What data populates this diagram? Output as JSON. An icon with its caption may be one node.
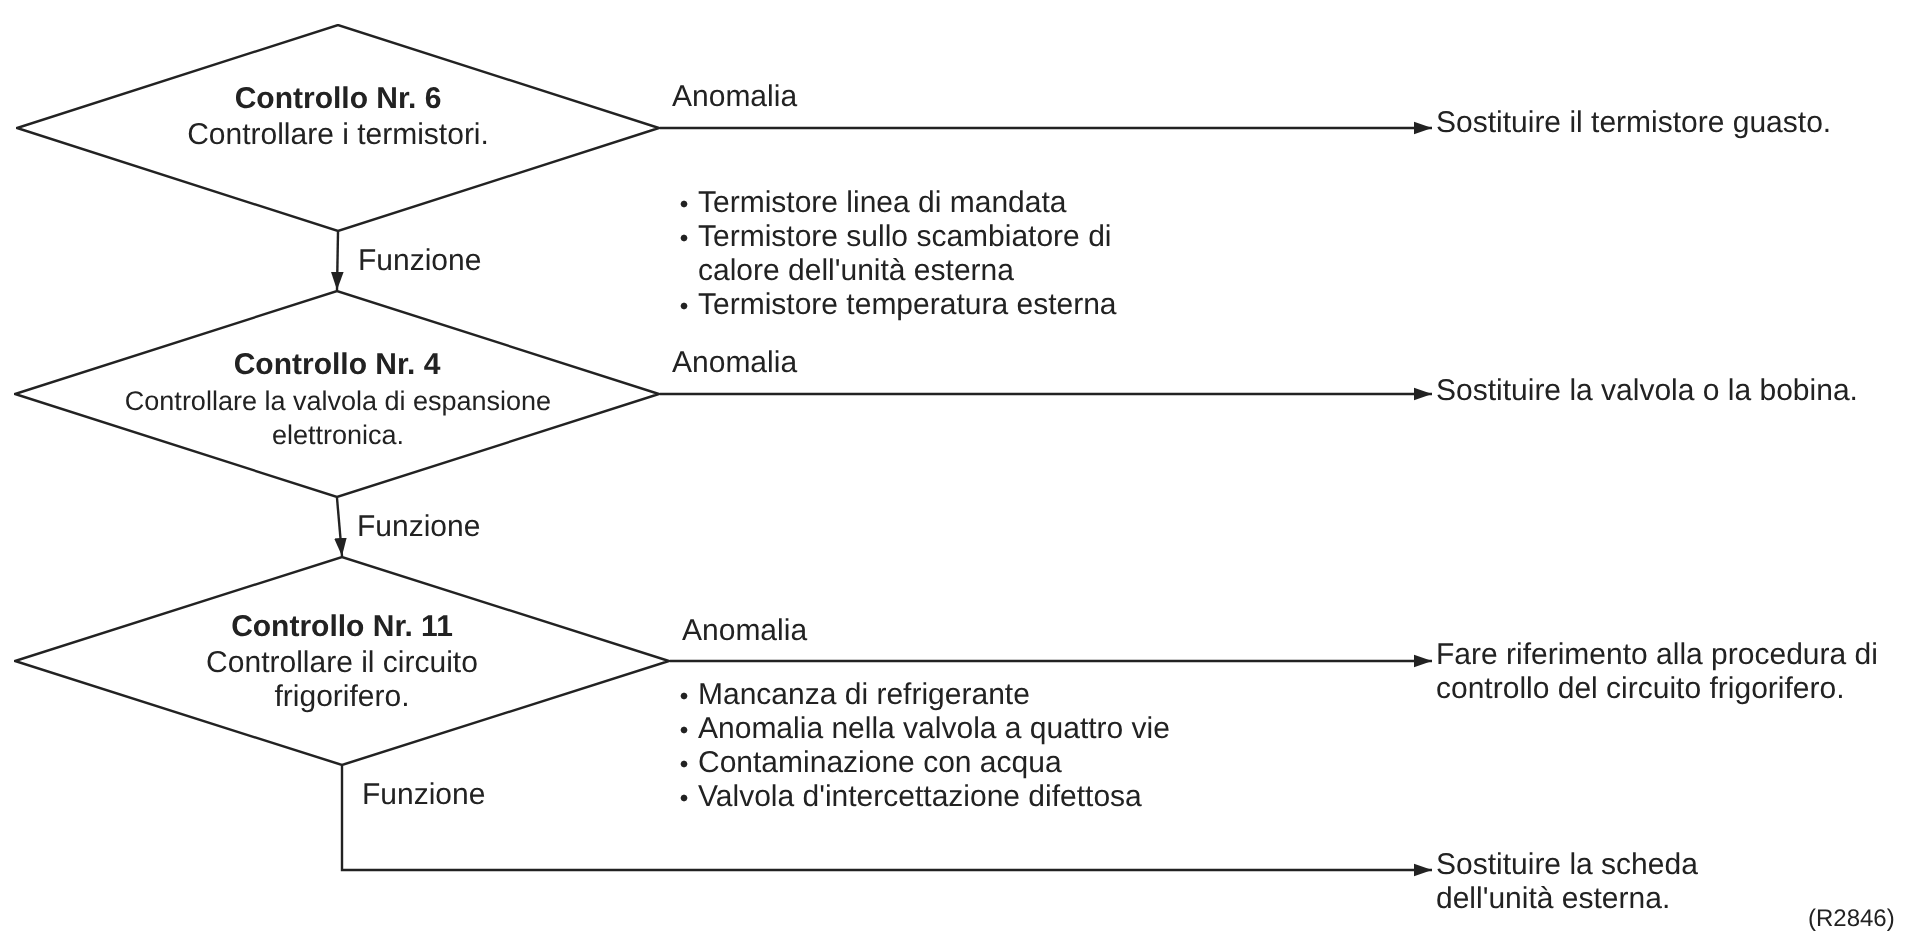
{
  "diagram": {
    "nodes": [
      {
        "text": [
          "Controllo Nr. 6",
          "Controllare i termistori."
        ]
      },
      {
        "text": [
          "Controllo Nr. 4",
          "Controllare la valvola di espansione elettronica."
        ]
      },
      {
        "text": [
          "Controllo Nr. 11",
          "Controllare il circuito frigorifero."
        ]
      },
      {
        "text": [
          "Sostituire il termistore guasto."
        ]
      },
      {
        "text": [
          "Sostituire la valvola o la bobina."
        ]
      },
      {
        "text": [
          "Fare riferimento alla procedura di controllo del circuito frigorifero."
        ]
      },
      {
        "text": [
          "Sostituire la scheda dell'unità esterna."
        ]
      }
    ],
    "edges": [
      {
        "from": 0,
        "to": 3,
        "arrow": "to",
        "label": "Anomalia"
      },
      {
        "from": 0,
        "to": 1,
        "arrow": "to",
        "label": "Funzione"
      },
      {
        "from": 1,
        "to": 4,
        "arrow": "to",
        "label": "Anomalia"
      },
      {
        "from": 1,
        "to": 2,
        "arrow": "to",
        "label": "Funzione"
      },
      {
        "from": 2,
        "to": 5,
        "arrow": "to",
        "label": "Anomalia"
      },
      {
        "from": 2,
        "to": 6,
        "arrow": "to",
        "label": "Funzione"
      }
    ],
    "labels": [
      "Termistore linea di mandata",
      "Termistore sullo scambiatore di calore dell'unità esterna",
      "Termistore temperatura esterna",
      "Mancanza di refrigerante",
      "Anomalia nella valvola a quattro vie",
      "Contaminazione con acqua",
      "Valvola d'intercettazione difettosa",
      "(R2846)"
    ]
  }
}
